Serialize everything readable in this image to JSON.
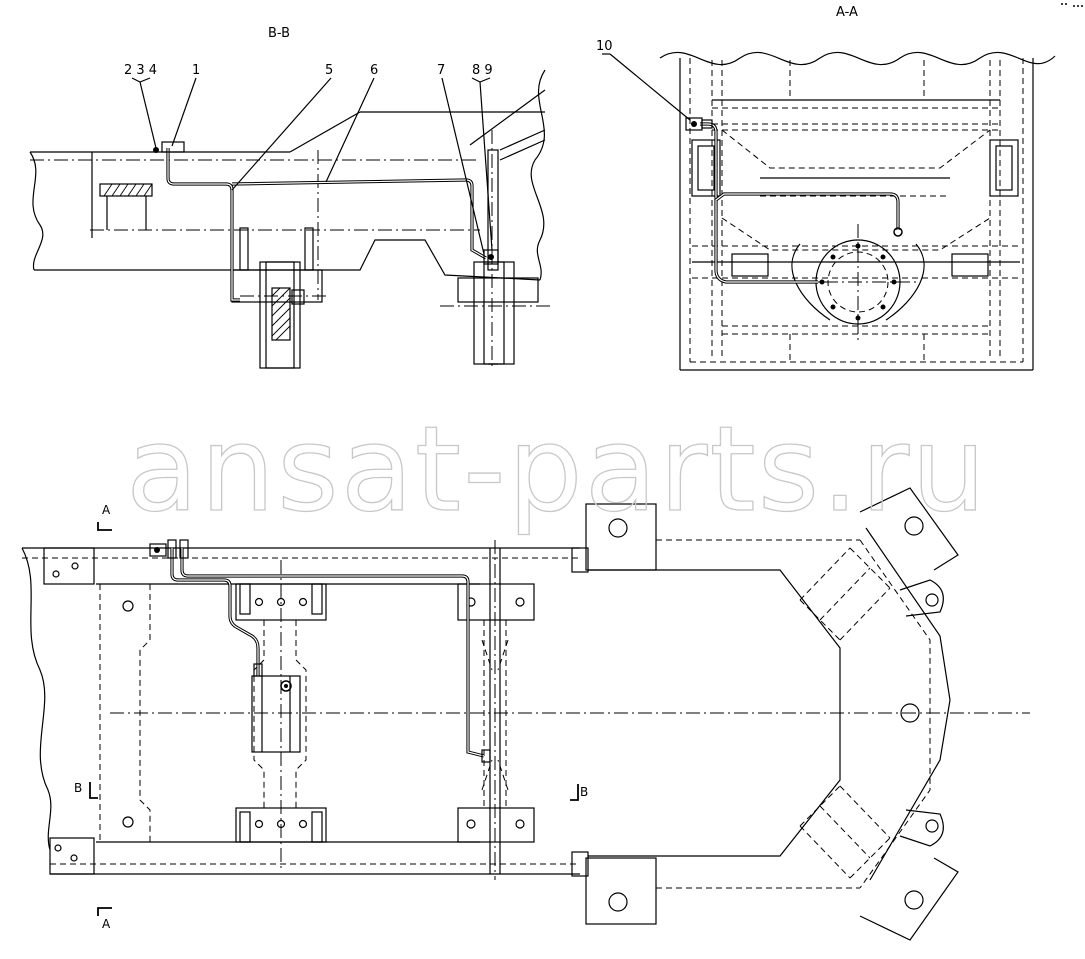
{
  "views": {
    "bb_title": "B-B",
    "aa_title": "A-A"
  },
  "callouts": {
    "group_234": "2 3 4",
    "item_1": "1",
    "item_5": "5",
    "item_6": "6",
    "item_7": "7",
    "group_89": "8 9",
    "item_10": "10"
  },
  "section_marks": {
    "a_top": "A",
    "a_bottom": "A",
    "b_left": "B",
    "b_right": "B"
  },
  "watermark": "ansat-parts.ru"
}
